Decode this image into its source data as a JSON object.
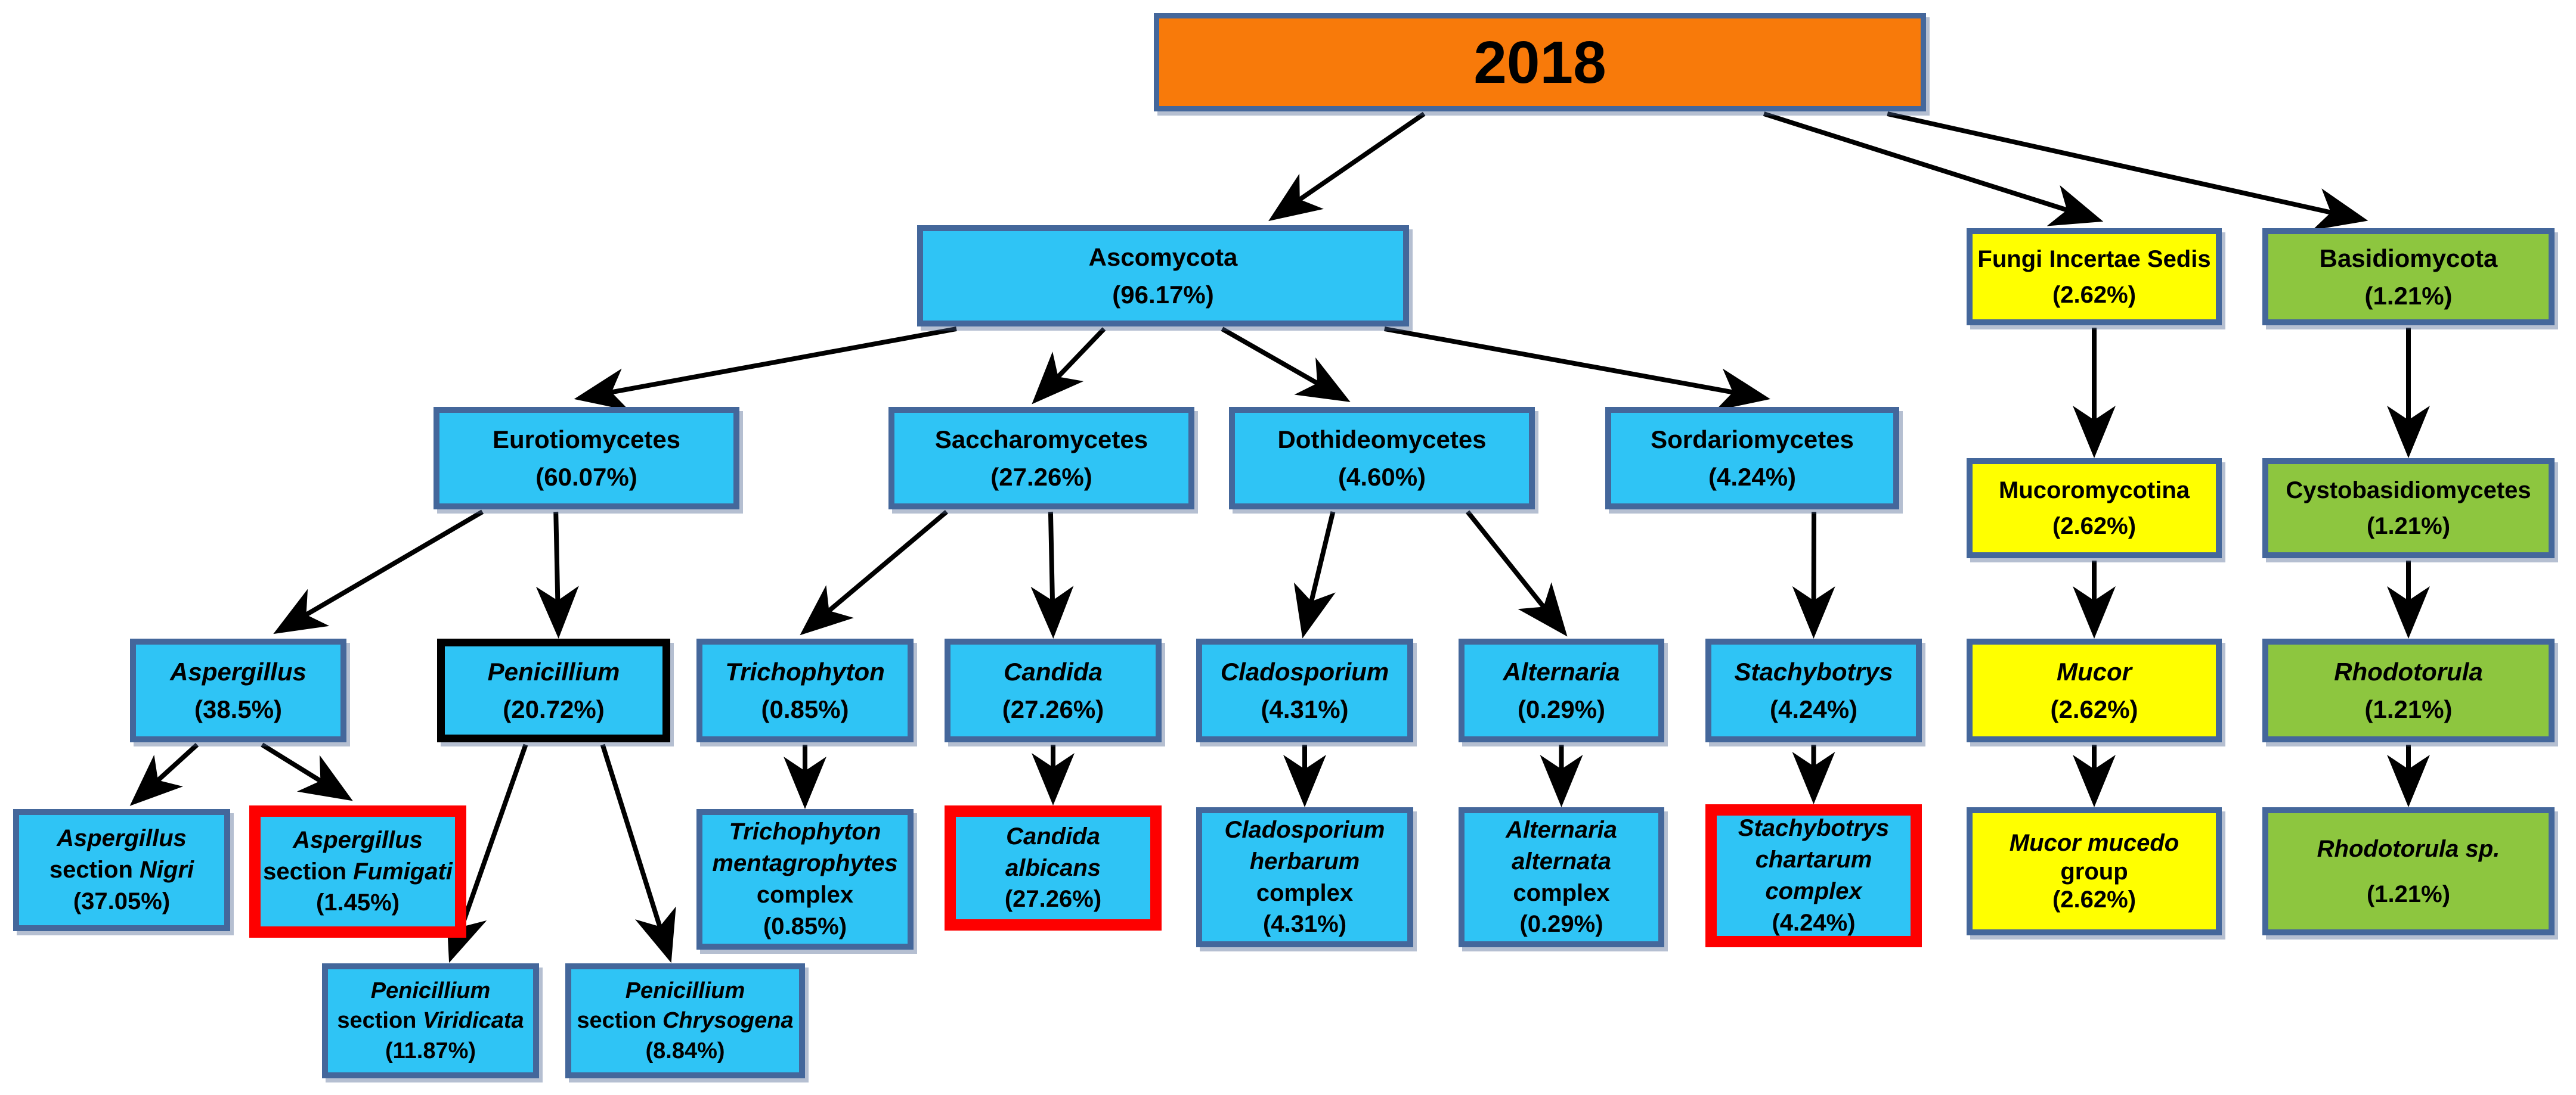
{
  "title": "Fungal taxonomy chart",
  "colors": {
    "box_blue": "#2fc4f5",
    "box_yellow": "#ffff00",
    "box_green": "#8dc63f",
    "root_orange": "#f87a0a",
    "border_steel_blue": "#44679b",
    "highlight_red": "#fe0000",
    "highlight_black": "#000000",
    "arrow_black": "#000000"
  },
  "highlights": {
    "red_outline": [
      "asp_fumigati",
      "candida_albicans",
      "stachy_chartarum"
    ],
    "black_outline": [
      "penicillium"
    ]
  },
  "nodes": {
    "y2018": {
      "label": "2018"
    },
    "ascomycota": {
      "label": "Ascomycota",
      "pct": "(96.17%)"
    },
    "fis": {
      "label": "Fungi Incertae Sedis",
      "pct": "(2.62%)"
    },
    "basidiomycota": {
      "label": "Basidiomycota",
      "pct": "(1.21%)"
    },
    "eurotiomycetes": {
      "label": "Eurotiomycetes",
      "pct": "(60.07%)"
    },
    "saccharomycetes": {
      "label": "Saccharomycetes",
      "pct": "(27.26%)"
    },
    "dothideomycetes": {
      "label": "Dothideomycetes",
      "pct": "(4.60%)"
    },
    "sordariomycetes": {
      "label": "Sordariomycetes",
      "pct": "(4.24%)"
    },
    "mucoromycotina": {
      "label": "Mucoromycotina",
      "pct": "(2.62%)"
    },
    "cystobasidiomycetes": {
      "label": "Cystobasidiomycetes",
      "pct": "(1.21%)"
    },
    "aspergillus": {
      "label": "Aspergillus",
      "pct": "(38.5%)"
    },
    "penicillium": {
      "label": "Penicillium",
      "pct": "(20.72%)"
    },
    "trichophyton": {
      "label": "Trichophyton",
      "pct": "(0.85%)"
    },
    "candida": {
      "label": "Candida",
      "pct": "(27.26%)"
    },
    "cladosporium": {
      "label": "Cladosporium",
      "pct": "(4.31%)"
    },
    "alternaria": {
      "label": "Alternaria",
      "pct": "(0.29%)"
    },
    "stachybotrys": {
      "label": "Stachybotrys",
      "pct": "(4.24%)"
    },
    "mucor": {
      "label": "Mucor",
      "pct": "(2.62%)"
    },
    "rhodotorula": {
      "label": "Rhodotorula",
      "pct": "(1.21%)"
    },
    "asp_nigri": {
      "genus": "Aspergillus",
      "rank": "section",
      "epithet": "Nigri",
      "pct": "(37.05%)"
    },
    "asp_fumigati": {
      "genus": "Aspergillus",
      "rank": "section",
      "epithet": "Fumigati",
      "pct": "(1.45%)"
    },
    "trich_complex": {
      "genus": "Trichophyton",
      "species": "mentagrophytes",
      "suffix": "complex",
      "pct": "(0.85%)"
    },
    "candida_albicans": {
      "genus": "Candida",
      "species": "albicans",
      "pct": "(27.26%)"
    },
    "clad_herbarum": {
      "genus": "Cladosporium",
      "species": "herbarum",
      "suffix": "complex",
      "pct": "(4.31%)"
    },
    "alt_alternata": {
      "genus": "Alternaria",
      "species": "alternata",
      "suffix": "complex",
      "pct": "(0.29%)"
    },
    "stachy_chartarum": {
      "genus": "Stachybotrys",
      "species": "chartarum",
      "suffix": "complex",
      "pct": "(4.24%)"
    },
    "mucor_mucedo": {
      "species_full": "Mucor mucedo",
      "suffix": "group",
      "pct": "(2.62%)"
    },
    "rhodotorula_sp": {
      "species_full": "Rhodotorula sp.",
      "pct": "(1.21%)"
    },
    "pen_viridicata": {
      "genus": "Penicillium",
      "rank": "section",
      "epithet": "Viridicata",
      "pct": "(11.87%)"
    },
    "pen_chrysogena": {
      "genus": "Penicillium",
      "rank": "section",
      "epithet": "Chrysogena",
      "pct": "(8.84%)"
    }
  },
  "edges": [
    {
      "from": "y2018",
      "to": "ascomycota"
    },
    {
      "from": "y2018",
      "to": "fis"
    },
    {
      "from": "y2018",
      "to": "basidiomycota"
    },
    {
      "from": "ascomycota",
      "to": "eurotiomycetes"
    },
    {
      "from": "ascomycota",
      "to": "saccharomycetes"
    },
    {
      "from": "ascomycota",
      "to": "dothideomycetes"
    },
    {
      "from": "ascomycota",
      "to": "sordariomycetes"
    },
    {
      "from": "fis",
      "to": "mucoromycotina"
    },
    {
      "from": "basidiomycota",
      "to": "cystobasidiomycetes"
    },
    {
      "from": "eurotiomycetes",
      "to": "aspergillus"
    },
    {
      "from": "eurotiomycetes",
      "to": "penicillium"
    },
    {
      "from": "saccharomycetes",
      "to": "trichophyton"
    },
    {
      "from": "saccharomycetes",
      "to": "candida"
    },
    {
      "from": "dothideomycetes",
      "to": "cladosporium"
    },
    {
      "from": "dothideomycetes",
      "to": "alternaria"
    },
    {
      "from": "sordariomycetes",
      "to": "stachybotrys"
    },
    {
      "from": "mucoromycotina",
      "to": "mucor"
    },
    {
      "from": "cystobasidiomycetes",
      "to": "rhodotorula"
    },
    {
      "from": "aspergillus",
      "to": "asp_nigri"
    },
    {
      "from": "aspergillus",
      "to": "asp_fumigati"
    },
    {
      "from": "penicillium",
      "to": "pen_viridicata"
    },
    {
      "from": "penicillium",
      "to": "pen_chrysogena"
    },
    {
      "from": "trichophyton",
      "to": "trich_complex"
    },
    {
      "from": "candida",
      "to": "candida_albicans"
    },
    {
      "from": "cladosporium",
      "to": "clad_herbarum"
    },
    {
      "from": "alternaria",
      "to": "alt_alternata"
    },
    {
      "from": "stachybotrys",
      "to": "stachy_chartarum"
    },
    {
      "from": "mucor",
      "to": "mucor_mucedo"
    },
    {
      "from": "rhodotorula",
      "to": "rhodotorula_sp"
    }
  ]
}
